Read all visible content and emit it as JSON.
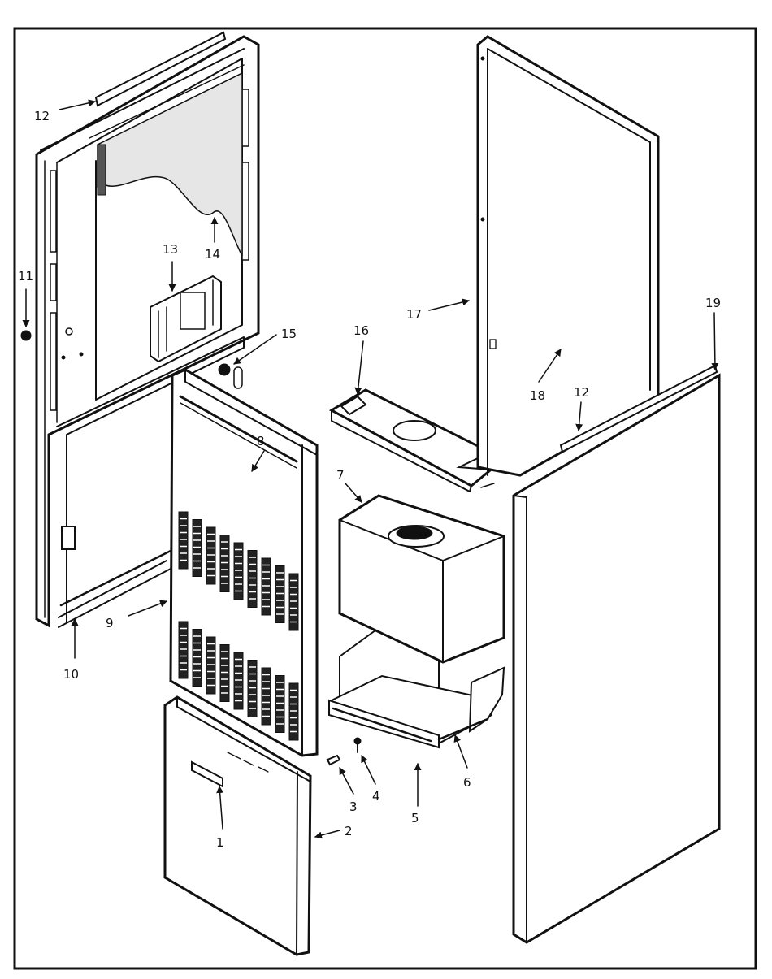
{
  "diagram": {
    "callouts": [
      {
        "id": "c1",
        "text": "1"
      },
      {
        "id": "c2",
        "text": "2"
      },
      {
        "id": "c3",
        "text": "3"
      },
      {
        "id": "c4",
        "text": "4"
      },
      {
        "id": "c5",
        "text": "5"
      },
      {
        "id": "c6",
        "text": "6"
      },
      {
        "id": "c7",
        "text": "7"
      },
      {
        "id": "c8",
        "text": "8"
      },
      {
        "id": "c9",
        "text": "9"
      },
      {
        "id": "c10",
        "text": "10"
      },
      {
        "id": "c11",
        "text": "11"
      },
      {
        "id": "c12a",
        "text": "12"
      },
      {
        "id": "c12b",
        "text": "12"
      },
      {
        "id": "c13",
        "text": "13"
      },
      {
        "id": "c14",
        "text": "14"
      },
      {
        "id": "c15",
        "text": "15"
      },
      {
        "id": "c16",
        "text": "16"
      },
      {
        "id": "c17",
        "text": "17"
      },
      {
        "id": "c18",
        "text": "18"
      },
      {
        "id": "c19",
        "text": "19"
      }
    ]
  }
}
